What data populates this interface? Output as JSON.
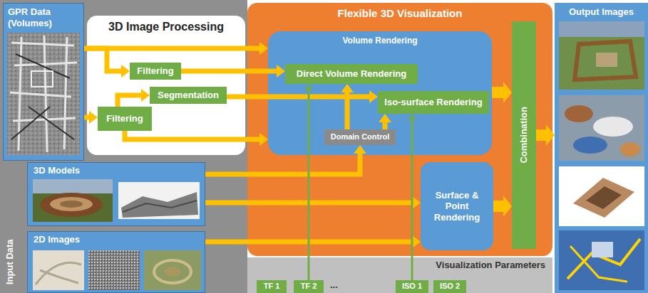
{
  "diagram": {
    "nodes": [
      {
        "text": [
          "Input Data"
        ]
      },
      {
        "text": [
          "GPR Data (Volumes)"
        ],
        "in": 0
      },
      {
        "text": [
          "3D Image Processing"
        ],
        "in": 0
      },
      {
        "text": [
          "Filtering"
        ],
        "in": 2
      },
      {
        "text": [
          "Segmentation"
        ],
        "in": 2
      },
      {
        "text": [
          "Filtering"
        ],
        "in": 2
      },
      {
        "text": [
          "3D Models"
        ],
        "in": 0
      },
      {
        "text": [
          "2D Images"
        ],
        "in": 0
      },
      {
        "text": [
          "Flexible 3D Visualization"
        ]
      },
      {
        "text": [
          "Volume Rendering"
        ],
        "in": 8
      },
      {
        "text": [
          "Direct Volume Rendering"
        ],
        "in": 9
      },
      {
        "text": [
          "Iso-surface Rendering"
        ],
        "in": 9
      },
      {
        "text": [
          "Domain Control"
        ],
        "in": 9
      },
      {
        "text": [
          "Surface & Point Rendering"
        ],
        "in": 8
      },
      {
        "text": [
          "Combination"
        ],
        "in": 8
      },
      {
        "text": [
          "Output Images"
        ]
      },
      {
        "text": [
          "Visualization Parameters"
        ]
      },
      {
        "text": [
          "TF 1"
        ],
        "in": 16
      },
      {
        "text": [
          "TF 2"
        ],
        "in": 16
      },
      {
        "text": [
          "ISO 1"
        ],
        "in": 16
      },
      {
        "text": [
          "ISO 2"
        ],
        "in": 16
      }
    ],
    "edges": [
      {
        "from": 1,
        "to": 9,
        "arrow": "to"
      },
      {
        "from": 1,
        "to": 3,
        "arrow": "to"
      },
      {
        "from": 3,
        "to": 10,
        "arrow": "to"
      },
      {
        "from": 1,
        "to": 5,
        "arrow": "to"
      },
      {
        "from": 5,
        "to": 4,
        "arrow": "to"
      },
      {
        "from": 4,
        "to": 11,
        "arrow": "to"
      },
      {
        "from": 5,
        "to": 9,
        "arrow": "to"
      },
      {
        "from": 6,
        "to": 12,
        "arrow": "to"
      },
      {
        "from": 12,
        "to": 10,
        "arrow": "to"
      },
      {
        "from": 12,
        "to": 11,
        "arrow": "to"
      },
      {
        "from": 6,
        "to": 13,
        "arrow": "to"
      },
      {
        "from": 7,
        "to": 13,
        "arrow": "to"
      },
      {
        "from": 9,
        "to": 14,
        "arrow": "to"
      },
      {
        "from": 13,
        "to": 14,
        "arrow": "to"
      },
      {
        "from": 14,
        "to": 15,
        "arrow": "to"
      },
      {
        "from": 18,
        "to": 10,
        "arrow": "to"
      },
      {
        "from": 19,
        "to": 11,
        "arrow": "to"
      }
    ],
    "labels": [
      "..."
    ]
  }
}
